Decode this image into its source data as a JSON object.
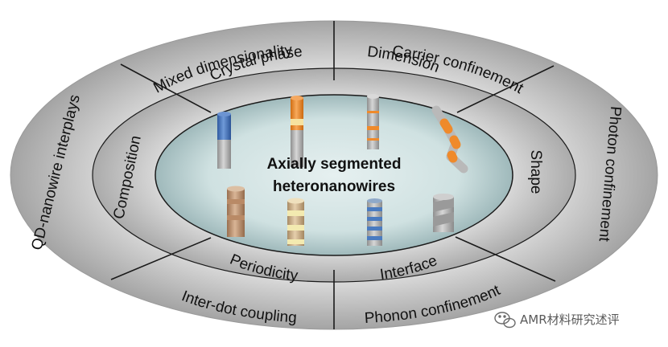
{
  "center": {
    "title_line1": "Axially segmented",
    "title_line2": "heteronanowires"
  },
  "inner_ring": {
    "crystal_phase": "Crystal phase",
    "dimension": "Dimension",
    "composition": "Composition",
    "shape": "Shape",
    "periodicity": "Periodicity",
    "interface": "Interface"
  },
  "outer_ring": {
    "mixed_dimensionality": "Mixed dimensionality",
    "carrier_confinement": "Carrier confinement",
    "qd_nanowire_interplays": "QD-nanowire interplays",
    "photon_confinement": "Photon confinement",
    "inter_dot_coupling": "Inter-dot coupling",
    "phonon_confinement": "Phonon confinement"
  },
  "watermark": {
    "text": "AMR材料研究述评"
  },
  "colors": {
    "center_fill": "#c9dede",
    "ring_light": "#f4f4f4",
    "ring_dark": "#a9a9a9",
    "separator": "#1a1a1a",
    "segment_blue": "#4a7bc0",
    "segment_orange": "#ef8a2b",
    "segment_cream": "#f4eab0"
  }
}
